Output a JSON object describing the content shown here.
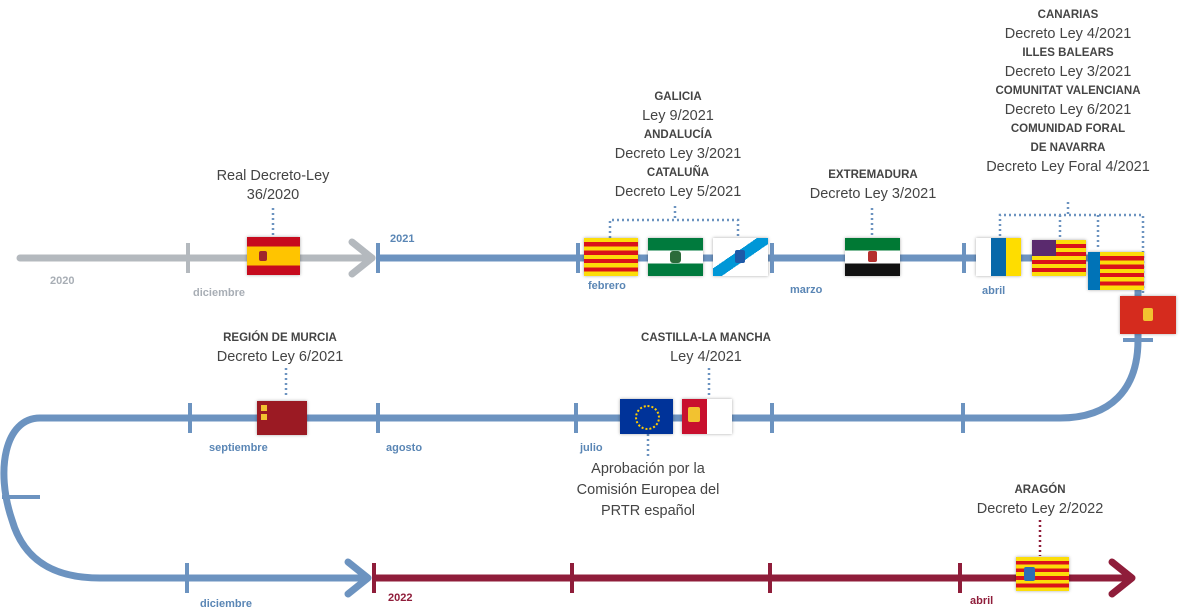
{
  "years": {
    "y2020": "2020",
    "y2021": "2021",
    "y2022": "2022"
  },
  "months": {
    "diciembre_2020": "diciembre",
    "febrero": "febrero",
    "marzo": "marzo",
    "abril_2021": "abril",
    "julio": "julio",
    "agosto": "agosto",
    "septiembre": "septiembre",
    "diciembre_2021": "diciembre",
    "abril_2022": "abril"
  },
  "events": {
    "real_decreto": {
      "line1": "Real Decreto-Ley",
      "line2": "36/2020"
    },
    "galicia": {
      "region": "GALICIA",
      "law": "Ley 9/2021"
    },
    "andalucia": {
      "region": "ANDALUCÍA",
      "law": "Decreto Ley 3/2021"
    },
    "cataluna": {
      "region": "CATALUÑA",
      "law": "Decreto Ley 5/2021"
    },
    "extremadura": {
      "region": "EXTREMADURA",
      "law": "Decreto Ley 3/2021"
    },
    "canarias": {
      "region": "CANARIAS",
      "law": "Decreto Ley 4/2021"
    },
    "illes_balears": {
      "region": "ILLES BALEARS",
      "law": "Decreto Ley 3/2021"
    },
    "comunitat_valenciana": {
      "region": "COMUNITAT VALENCIANA",
      "law": "Decreto Ley 6/2021"
    },
    "navarra": {
      "region1": "COMUNIDAD FORAL",
      "region2": "DE NAVARRA",
      "law": "Decreto Ley Foral 4/2021"
    },
    "murcia": {
      "region": "REGIÓN DE MURCIA",
      "law": "Decreto Ley 6/2021"
    },
    "castilla_la_mancha": {
      "region": "CASTILLA-LA MANCHA",
      "law": "Ley 4/2021"
    },
    "prtr": {
      "line1": "Aprobación por la",
      "line2": "Comisión Europea del",
      "line3": "PRTR español"
    },
    "aragon": {
      "region": "ARAGÓN",
      "law": "Decreto Ley 2/2022"
    }
  },
  "colors": {
    "gray": "#b4b9be",
    "blue": "#6c93c0",
    "red": "#8f1d3a"
  },
  "flags": [
    "spain-flag",
    "cataluna-flag",
    "andalucia-flag",
    "galicia-flag",
    "extremadura-flag",
    "canarias-flag",
    "illes-balears-flag",
    "comunitat-valenciana-flag",
    "navarra-flag",
    "murcia-flag",
    "eu-flag",
    "castilla-la-mancha-flag",
    "aragon-flag"
  ]
}
